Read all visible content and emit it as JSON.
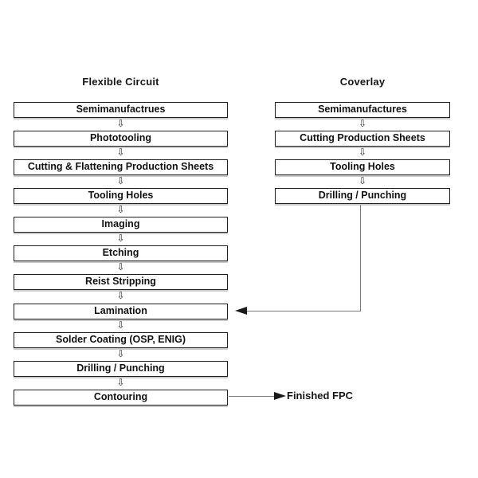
{
  "diagram": {
    "flexible_circuit": {
      "title": "Flexible Circuit",
      "steps": [
        "Semimanufactrues",
        "Phototooling",
        "Cutting & Flattening Production Sheets",
        "Tooling Holes",
        "Imaging",
        "Etching",
        "Reist Stripping",
        "Lamination",
        "Solder Coating (OSP, ENIG)",
        "Drilling / Punching",
        "Contouring"
      ]
    },
    "coverlay": {
      "title": "Coverlay",
      "steps": [
        "Semimanufactures",
        "Cutting Production Sheets",
        "Tooling Holes",
        "Drilling / Punching"
      ]
    },
    "finished_label": "Finished FPC",
    "glyphs": {
      "down_arrow": "⇩"
    },
    "colors": {
      "background": "#ffffff",
      "box_border": "#1f1f1f",
      "text": "#111111",
      "connector_line": "#7a7a7a",
      "arrowhead": "#1a1a1a"
    }
  }
}
